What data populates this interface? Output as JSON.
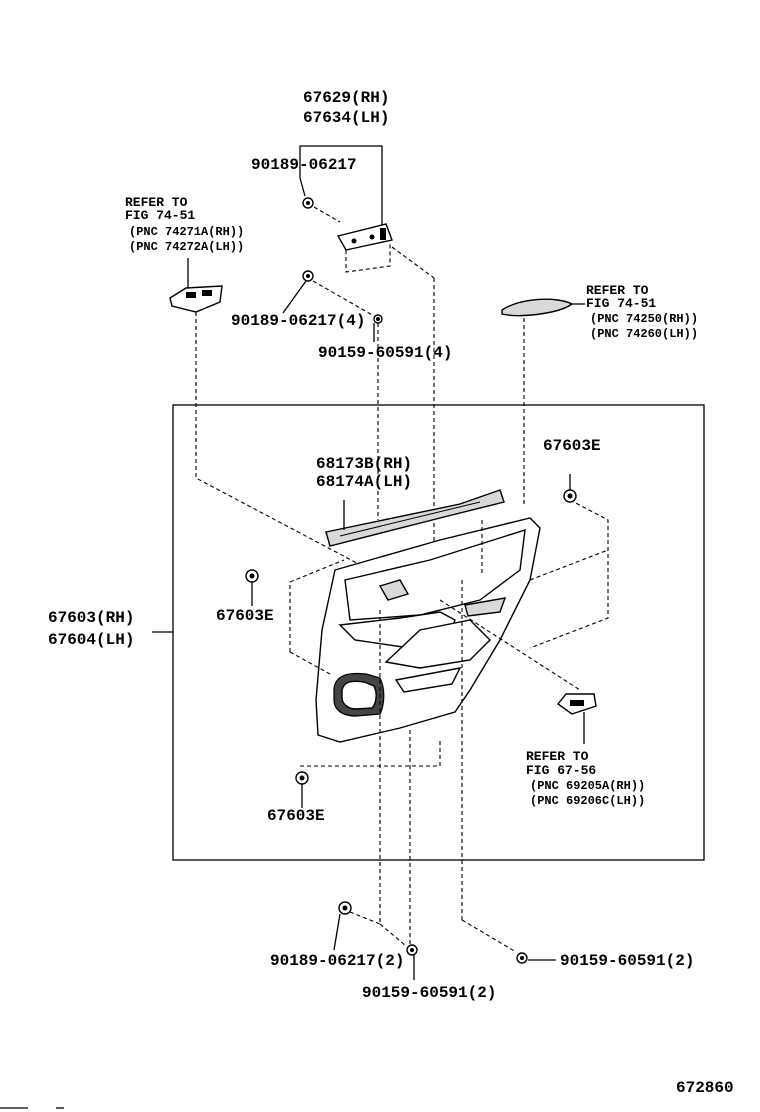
{
  "parts": {
    "bracket_rh": "67629(RH)",
    "bracket_lh": "67634(LH)",
    "screw_top": "90189-06217",
    "screw_mid": "90189-06217(4)",
    "clip_mid": "90159-60591(4)",
    "clip_bottom_left": "90159-60591(2)",
    "screw_bottom": "90189-06217(2)",
    "clip_bottom_right": "90159-60591(2)",
    "weatherstrip_rh": "68173B(RH)",
    "weatherstrip_lh": "68174A(LH)",
    "panel_rh": "67603(RH)",
    "panel_lh": "67604(LH)",
    "clip_e_top": "67603E",
    "clip_e_left": "67603E",
    "clip_e_bottom": "67603E"
  },
  "refs": {
    "switch": {
      "line1": "REFER TO",
      "line2": "FIG 74-51",
      "line3": "(PNC 74271A(RH))",
      "line4": "(PNC 74272A(LH))"
    },
    "handle": {
      "line1": "REFER TO",
      "line2": "FIG 74-51",
      "line3": "(PNC 74250(RH))",
      "line4": "(PNC 74260(LH))"
    },
    "inside_handle": {
      "line1": "REFER TO",
      "line2": "FIG 67-56",
      "line3": "(PNC 69205A(RH))",
      "line4": "(PNC 69206C(LH))"
    }
  },
  "figure_number": "672860"
}
